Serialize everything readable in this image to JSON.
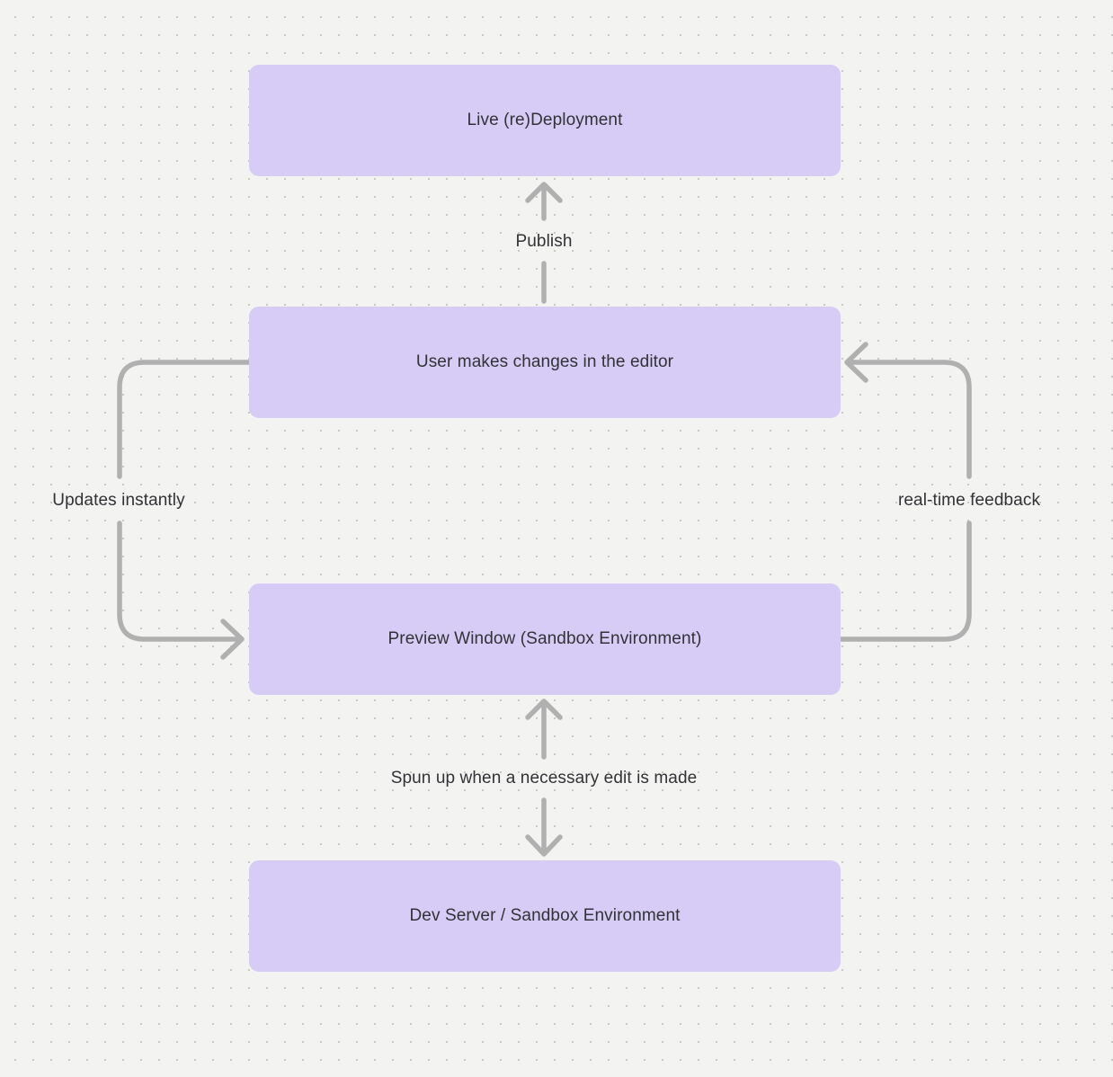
{
  "page": {
    "colors": {
      "background": "#f3f3f1",
      "dot": "#c9c7c5",
      "node_fill": "#d6ccf5",
      "arrow": "#b0b0b0",
      "text": "#323237"
    }
  },
  "diagram": {
    "nodes": [
      {
        "id": "live-redeployment",
        "label": "Live (re)Deployment"
      },
      {
        "id": "user-edits",
        "label": "User makes changes in the editor"
      },
      {
        "id": "preview-window",
        "label": "Preview Window (Sandbox Environment)"
      },
      {
        "id": "dev-server",
        "label": "Dev Server / Sandbox Environment"
      }
    ],
    "edges": [
      {
        "label": "Publish",
        "from": "user-edits",
        "to": "live-redeployment",
        "bidirectional": false
      },
      {
        "label": "Updates instantly",
        "from": "user-edits",
        "to": "preview-window",
        "bidirectional": false
      },
      {
        "label": "real-time feedback",
        "from": "preview-window",
        "to": "user-edits",
        "bidirectional": false
      },
      {
        "label": "Spun up when a necessary edit is made",
        "from": "preview-window",
        "to": "dev-server",
        "bidirectional": true
      }
    ]
  }
}
